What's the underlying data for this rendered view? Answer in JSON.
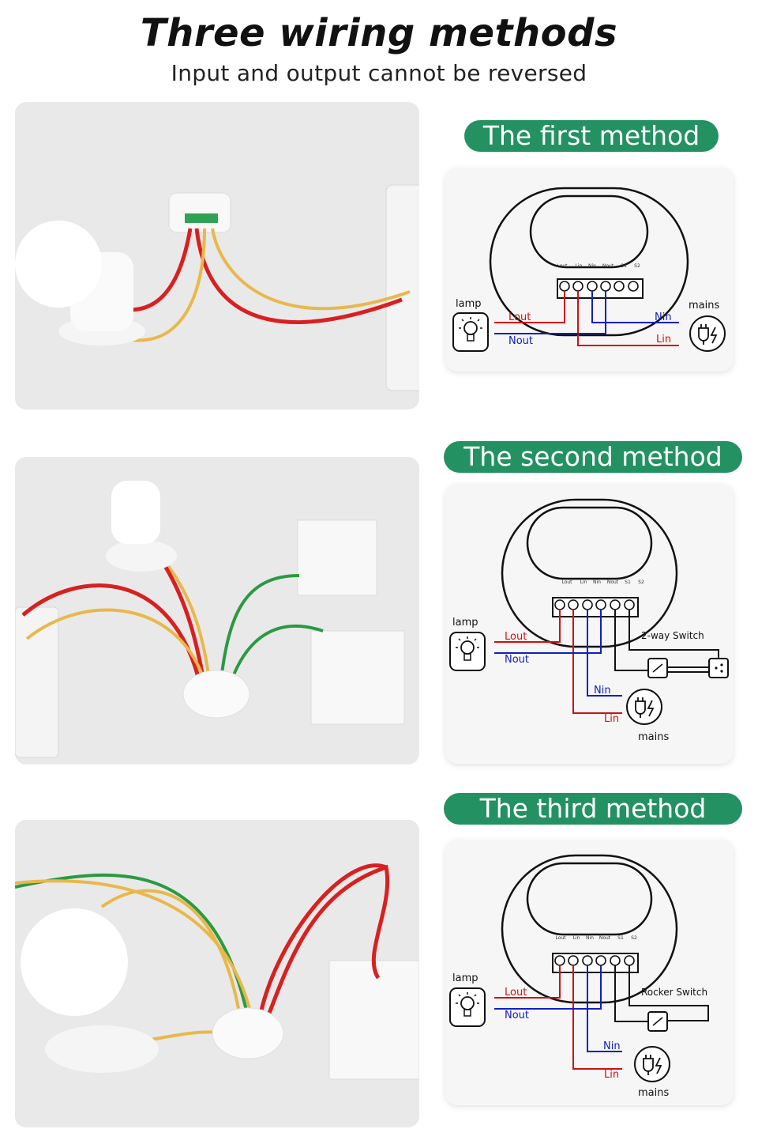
{
  "header": {
    "title": "Three wiring methods",
    "subtitle": "Input and output cannot be reversed"
  },
  "terminal_labels": [
    "Lout",
    "Lin",
    "Nin",
    "Nout",
    "S1",
    "S2"
  ],
  "methods": [
    {
      "label": "The first method",
      "lamp": "lamp",
      "mains": "mains",
      "lout": "Lout",
      "nout": "Nout",
      "nin": "Nin",
      "lin": "Lin"
    },
    {
      "label": "The second method",
      "lamp": "lamp",
      "mains": "mains",
      "lout": "Lout",
      "nout": "Nout",
      "nin": "Nin",
      "lin": "Lin",
      "switch": "2-way Switch"
    },
    {
      "label": "The third method",
      "lamp": "lamp",
      "mains": "mains",
      "lout": "Lout",
      "nout": "Nout",
      "nin": "Nin",
      "lin": "Lin",
      "switch": "Rocker Switch"
    }
  ],
  "colors": {
    "accent": "#239162",
    "live_wire": "#d01010",
    "neutral_wire": "#1020c0"
  },
  "icons": {
    "lamp": "bulb-icon",
    "mains": "plug-icon",
    "switch": "switch-icon"
  }
}
